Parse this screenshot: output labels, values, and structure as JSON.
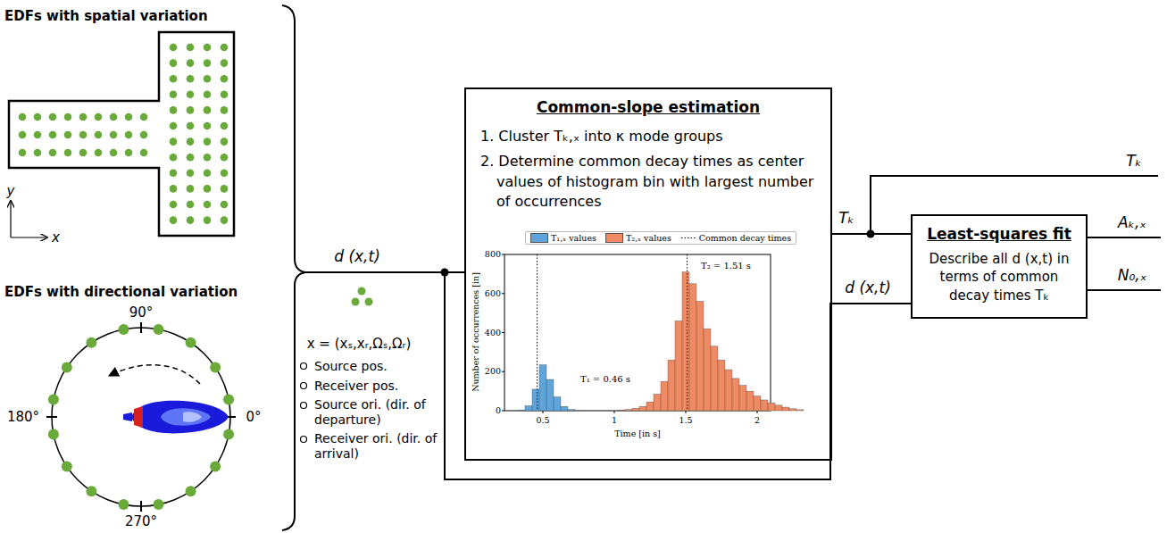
{
  "diagram": {
    "nodes": [
      {
        "text": [
          "Common-slope estimation",
          "1. Cluster Tₖ,ₓ into κ mode groups",
          "2. Determine common decay times as center values of histogram bin with largest number of occurrences"
        ]
      },
      {
        "text": [
          "Least-squares fit",
          "Describe all d (x,t) in terms of common decay times Tₖ"
        ]
      }
    ],
    "edges": [
      {
        "from": 0,
        "to": 1,
        "label": "Tₖ",
        "arrow": "none"
      }
    ],
    "labels": [
      "EDFs with spatial variation",
      "y",
      "x",
      "EDFs with directional variation",
      "90°",
      "180°",
      "270°",
      "0°",
      "d (x,t)",
      "x = (xₛ,xᵣ,Ωₛ,Ωᵣ)",
      "Source pos.",
      "Receiver pos.",
      "Source ori. (dir. of departure)",
      "Receiver ori. (dir. of arrival)",
      "T₁ = 0.46 s",
      "T₂ = 1.51 s",
      "0",
      "200",
      "400",
      "600",
      "800",
      "0.5",
      "1",
      "1.5",
      "2",
      "Number of occurrences [in]",
      "Time [in s]",
      "Tₖ",
      "d (x,t)",
      "Aₖ,ₓ",
      "N₀,ₓ"
    ],
    "legend": [
      {
        "text": "T₁,ₓ values",
        "color": "#5da5da"
      },
      {
        "text": "T₂,ₓ values",
        "color": "#ef8a62"
      },
      {
        "text": "Common decay times"
      }
    ]
  }
}
